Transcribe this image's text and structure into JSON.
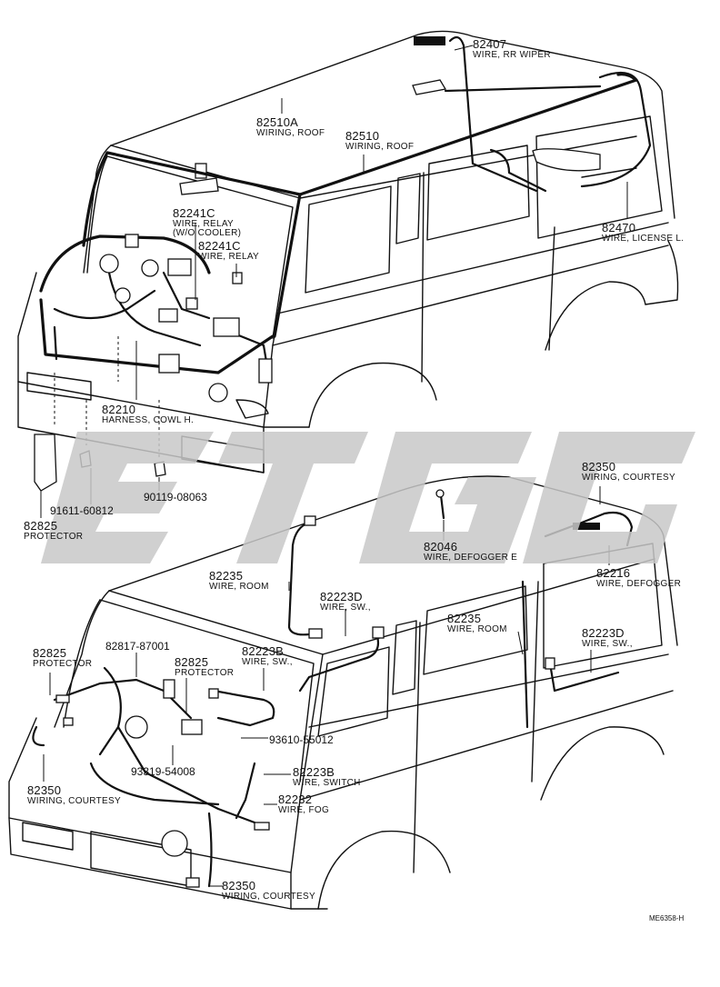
{
  "upper": {
    "w82407": {
      "num": "82407",
      "name": "WIRE, RR WIPER"
    },
    "w82510a": {
      "num": "82510A",
      "name": "WIRING, ROOF"
    },
    "w82510": {
      "num": "82510",
      "name": "WIRING, ROOF"
    },
    "w82241c_a": {
      "num": "82241C",
      "name": "WIRE, RELAY",
      "sub": "(W/O COOLER)"
    },
    "w82241c_b": {
      "num": "82241C",
      "name": "WIRE, RELAY"
    },
    "w82470": {
      "num": "82470",
      "name": "WIRE, LICENSE L."
    },
    "w82210": {
      "num": "82210",
      "name": "HARNESS, COWL H."
    },
    "p91611": "91611-60812",
    "p90119": "90119-08063",
    "w82825": {
      "num": "82825",
      "name": "PROTECTOR"
    }
  },
  "lower": {
    "w82350_top": {
      "num": "82350",
      "name": "WIRING, COURTESY"
    },
    "w82046": {
      "num": "82046",
      "name": "WIRE, DEFOGGER E"
    },
    "w82216": {
      "num": "82216",
      "name": "WIRE, DEFOGGER"
    },
    "w82235_a": {
      "num": "82235",
      "name": "WIRE, ROOM"
    },
    "w82223d_a": {
      "num": "82223D",
      "name": "WIRE, SW.,"
    },
    "w82235_b": {
      "num": "82235",
      "name": "WIRE, ROOM"
    },
    "w82223d_b": {
      "num": "82223D",
      "name": "WIRE, SW.,"
    },
    "w82825_a": {
      "num": "82825",
      "name": "PROTECTOR"
    },
    "p82817": "82817-87001",
    "w82825_b": {
      "num": "82825",
      "name": "PROTECTOR"
    },
    "w82223b_a": {
      "num": "82223B",
      "name": "WIRE, SW.,"
    },
    "p93610": "93610-55012",
    "p93319": "93319-54008",
    "w82223b_b": {
      "num": "82223B",
      "name": "WIRE, SWITCH"
    },
    "w82350_left": {
      "num": "82350",
      "name": "WIRING, COURTESY"
    },
    "w82232": {
      "num": "82232",
      "name": "WIRE, FOG"
    },
    "w82350_bottom": {
      "num": "82350",
      "name": "WIRING, COURTESY"
    }
  },
  "figure_code": "ME6358-H",
  "watermark": "ghost logo",
  "colors": {
    "line": "#111111",
    "watermark": "#c8c8c8",
    "background": "#ffffff"
  }
}
